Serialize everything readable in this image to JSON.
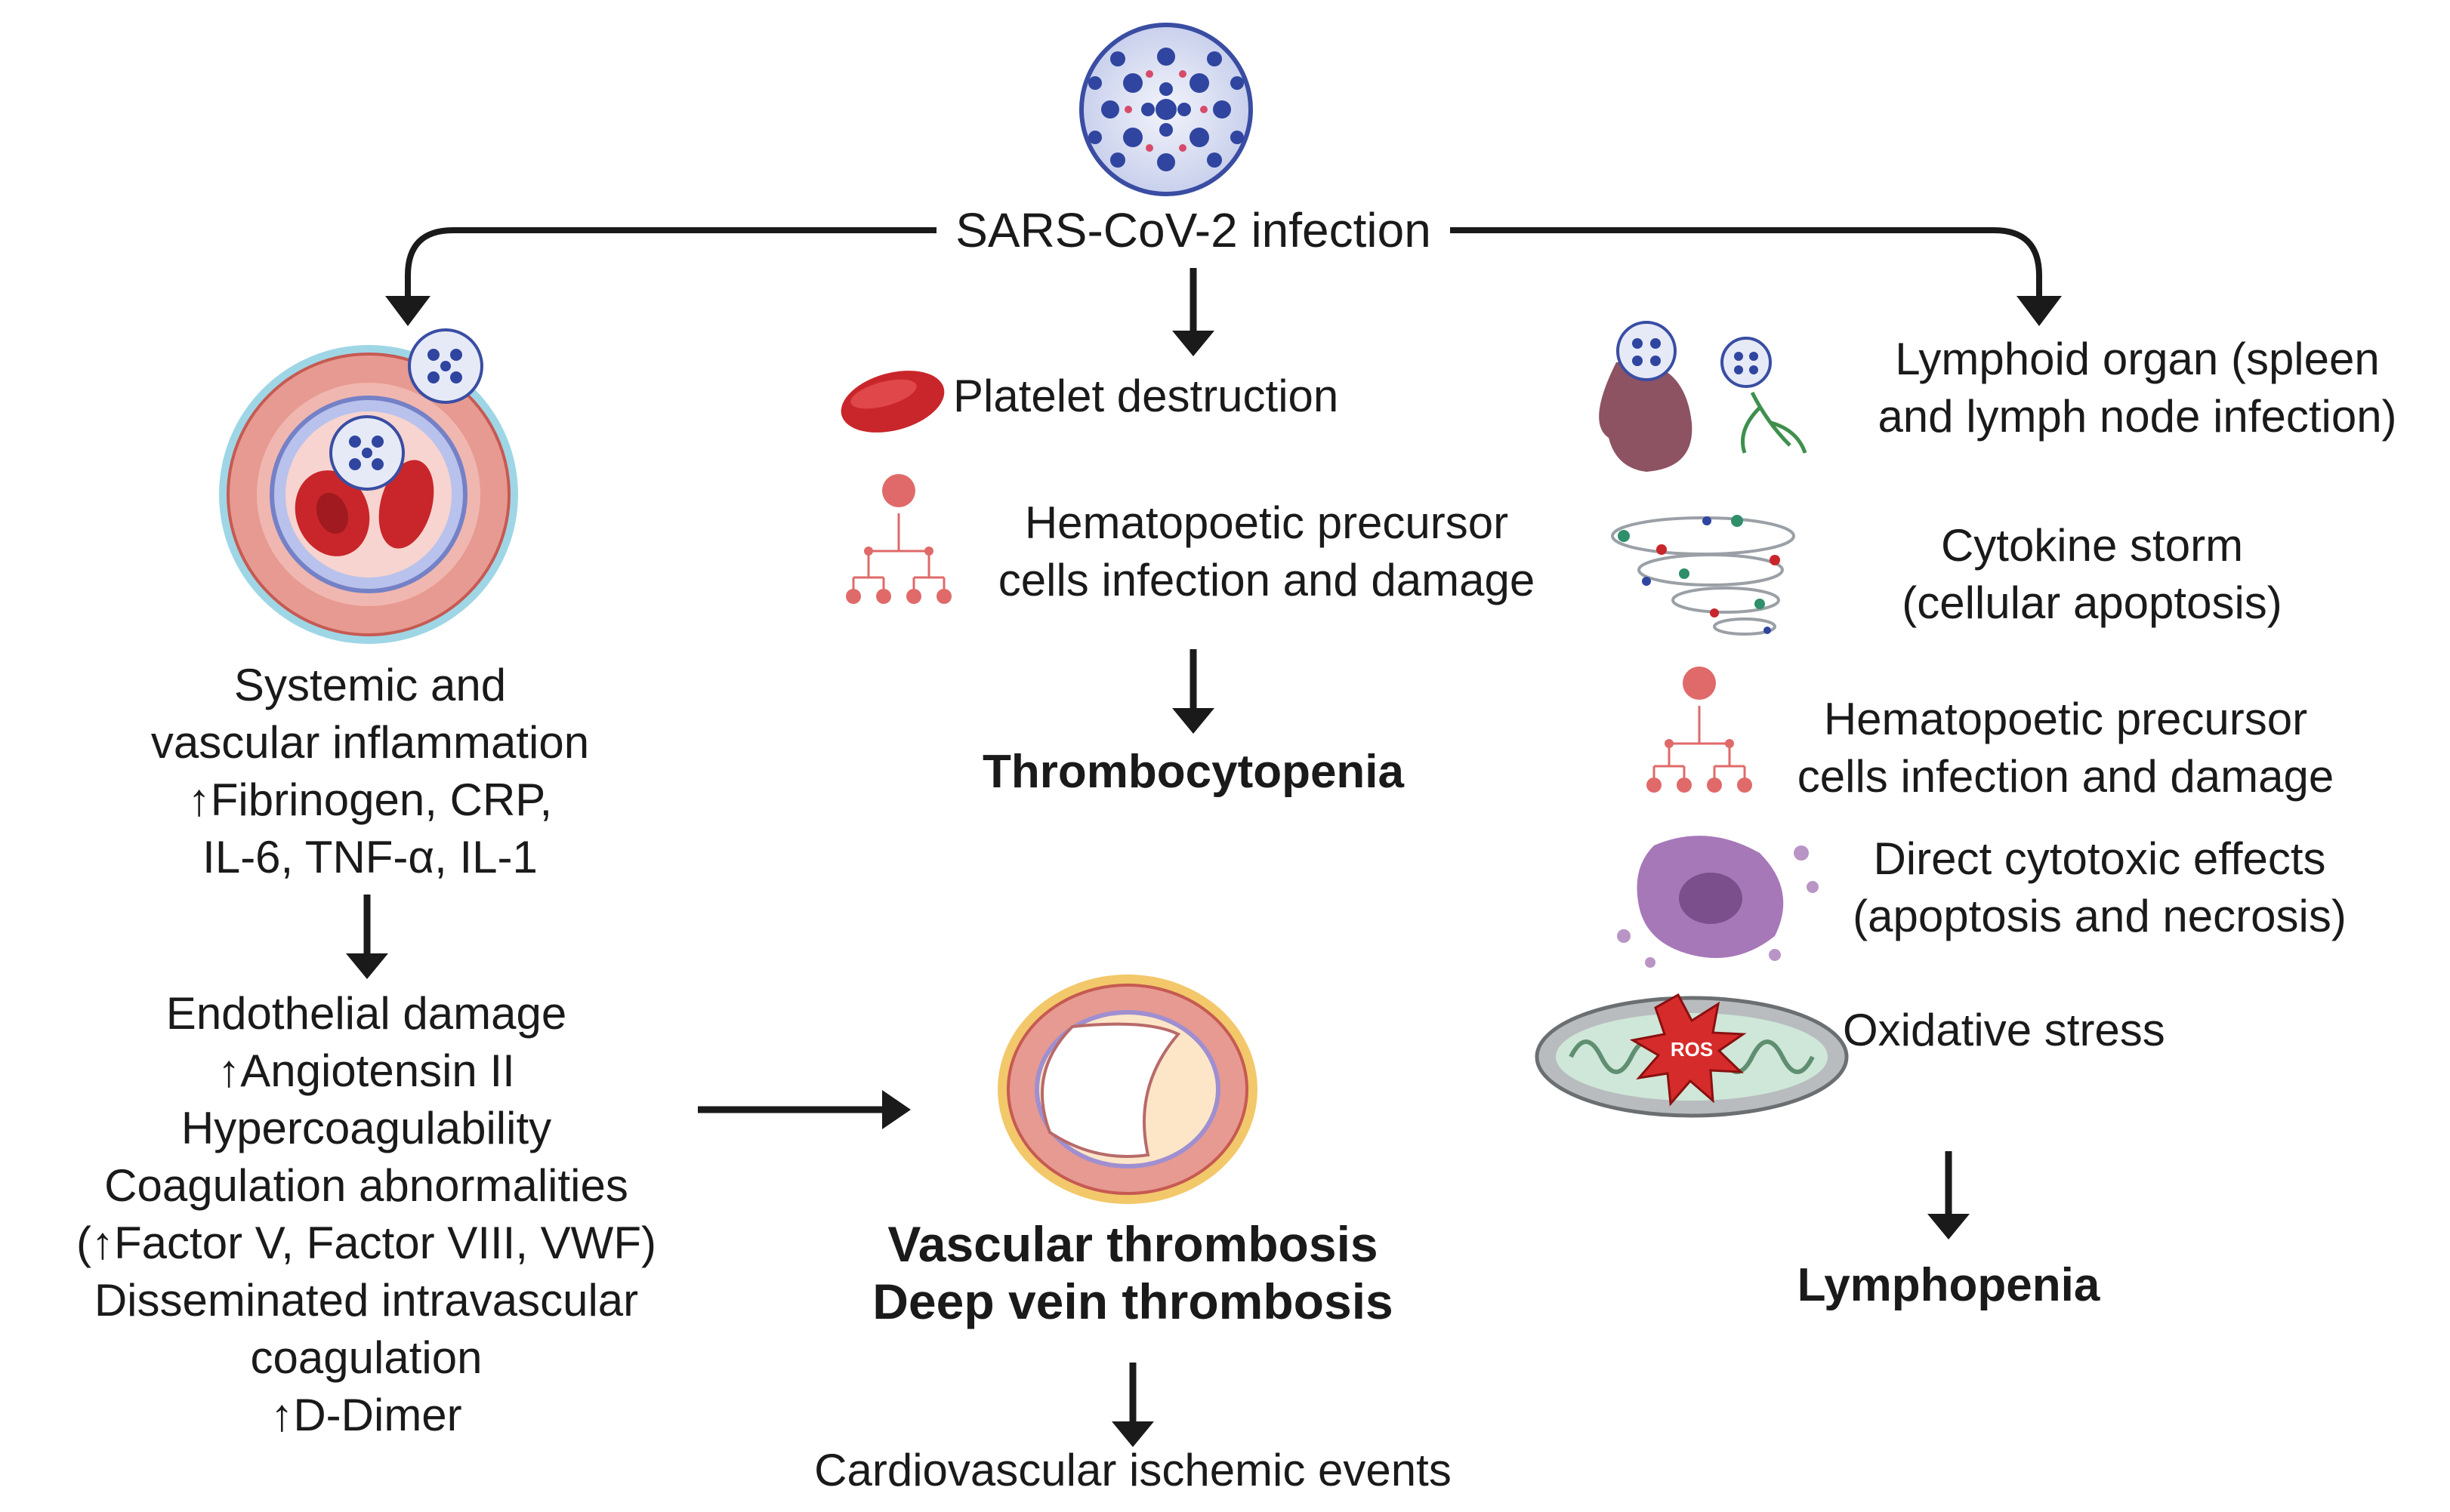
{
  "root": "SARS-CoV-2 infection",
  "left": {
    "inflammation": [
      "Systemic and",
      "vascular inflammation",
      "↑Fibrinogen, CRP,",
      "IL-6, TNF-α, IL-1"
    ],
    "damage": [
      "Endothelial damage",
      "↑Angiotensin II",
      "Hypercoagulability",
      "Coagulation abnormalities",
      "(↑Factor V, Factor VIII, VWF)",
      "Disseminated intravascular",
      "coagulation",
      "↑D-Dimer"
    ]
  },
  "middle": {
    "platelet": "Platelet destruction",
    "precursor": [
      "Hematopoetic precursor",
      "cells infection and damage"
    ],
    "outcome": "Thrombocytopenia",
    "thrombosis": [
      "Vascular thrombosis",
      "Deep vein thrombosis"
    ],
    "final": "Cardiovascular ischemic events"
  },
  "right": {
    "lymphoid": [
      "Lymphoid organ (spleen",
      "and lymph node infection)"
    ],
    "cytokine": [
      "Cytokine storm",
      "(cellular apoptosis)"
    ],
    "precursor": [
      "Hematopoetic precursor",
      "cells infection and damage"
    ],
    "cytotoxic": [
      "Direct cytotoxic effects",
      "(apoptosis and necrosis)"
    ],
    "oxidative": "Oxidative stress",
    "ros": "ROS",
    "outcome": "Lymphopenia"
  }
}
